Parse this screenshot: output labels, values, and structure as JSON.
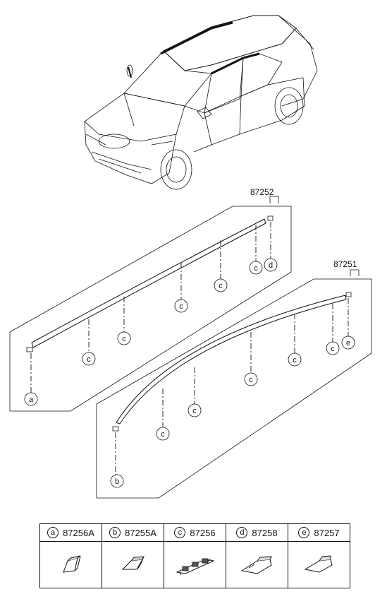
{
  "assembly_labels": {
    "upper": "87252",
    "lower": "87251"
  },
  "callouts": {
    "a": "a",
    "b": "b",
    "c": "c",
    "d": "d",
    "e": "e"
  },
  "legend": [
    {
      "letter": "a",
      "part": "87256A",
      "icon": "clip-a-icon"
    },
    {
      "letter": "b",
      "part": "87255A",
      "icon": "clip-b-icon"
    },
    {
      "letter": "c",
      "part": "87256",
      "icon": "clip-c-icon"
    },
    {
      "letter": "d",
      "part": "87258",
      "icon": "end-cap-d-icon"
    },
    {
      "letter": "e",
      "part": "87257",
      "icon": "end-cap-e-icon"
    }
  ]
}
